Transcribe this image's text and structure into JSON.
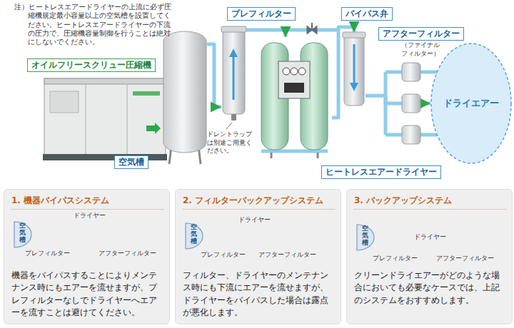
{
  "diagram": {
    "nodes": [
      {
        "text": [
          "オイルフリースクリュー圧縮機"
        ]
      },
      {
        "text": [
          "空気槽"
        ]
      },
      {
        "text": [
          "プレフィルター"
        ]
      },
      {
        "text": [
          "ヒートレスエアードライヤー"
        ]
      },
      {
        "text": [
          "アフターフィルター"
        ]
      },
      {
        "text": [
          "ドライエアー"
        ]
      },
      {
        "text": [
          "1. 機器バイパスシステム",
          "機器をバイパスすることによりメンテナンス時にもエアーを流せますが、プレフィルターなしでドライヤーへエアーを流すことは避けてください。"
        ]
      },
      {
        "text": [
          "空気槽"
        ],
        "in": 6
      },
      {
        "text": [
          "2. フィルターバックアップシステム",
          "フィルター、ドライヤーのメンテナンス時にも下流にエアーを流せますが、ドライヤーをバイパスした場合は露点が悪化します。"
        ]
      },
      {
        "text": [
          "空気槽"
        ],
        "in": 8
      },
      {
        "text": [
          "3. バックアップシステム",
          "クリーンドライエアーがどのような場合においても必要なケースでは、上記のシステムをおすすめします。"
        ]
      },
      {
        "text": [
          "空気槽"
        ],
        "in": 10
      }
    ],
    "edges": [
      {
        "from": 0,
        "to": 1,
        "arrow": "to"
      },
      {
        "from": 1,
        "to": 2,
        "arrow": "to"
      },
      {
        "from": 2,
        "to": 3,
        "arrow": "to"
      },
      {
        "from": 3,
        "to": 4,
        "arrow": "to"
      },
      {
        "from": 4,
        "to": 5,
        "arrow": "to"
      }
    ],
    "labels": [
      "注）ヒートレスエアードライヤーの上流に必ず圧縮機規定最小容量以上の空気槽を設置してください。ヒートレスエアードライヤーの下流の圧力で、圧縮機容量制御を行うことは絶対にしないでください。",
      "バイパス弁",
      "（ファイナル フィルター）",
      "ドレントラップは別途ご用意ください。",
      "プレフィルター",
      "ドライヤー",
      "アフターフィルター",
      "プレフィルター",
      "ドライヤー",
      "アフターフィルター",
      "プレフィルター",
      "ドライヤー",
      "アフターフィルター"
    ]
  }
}
